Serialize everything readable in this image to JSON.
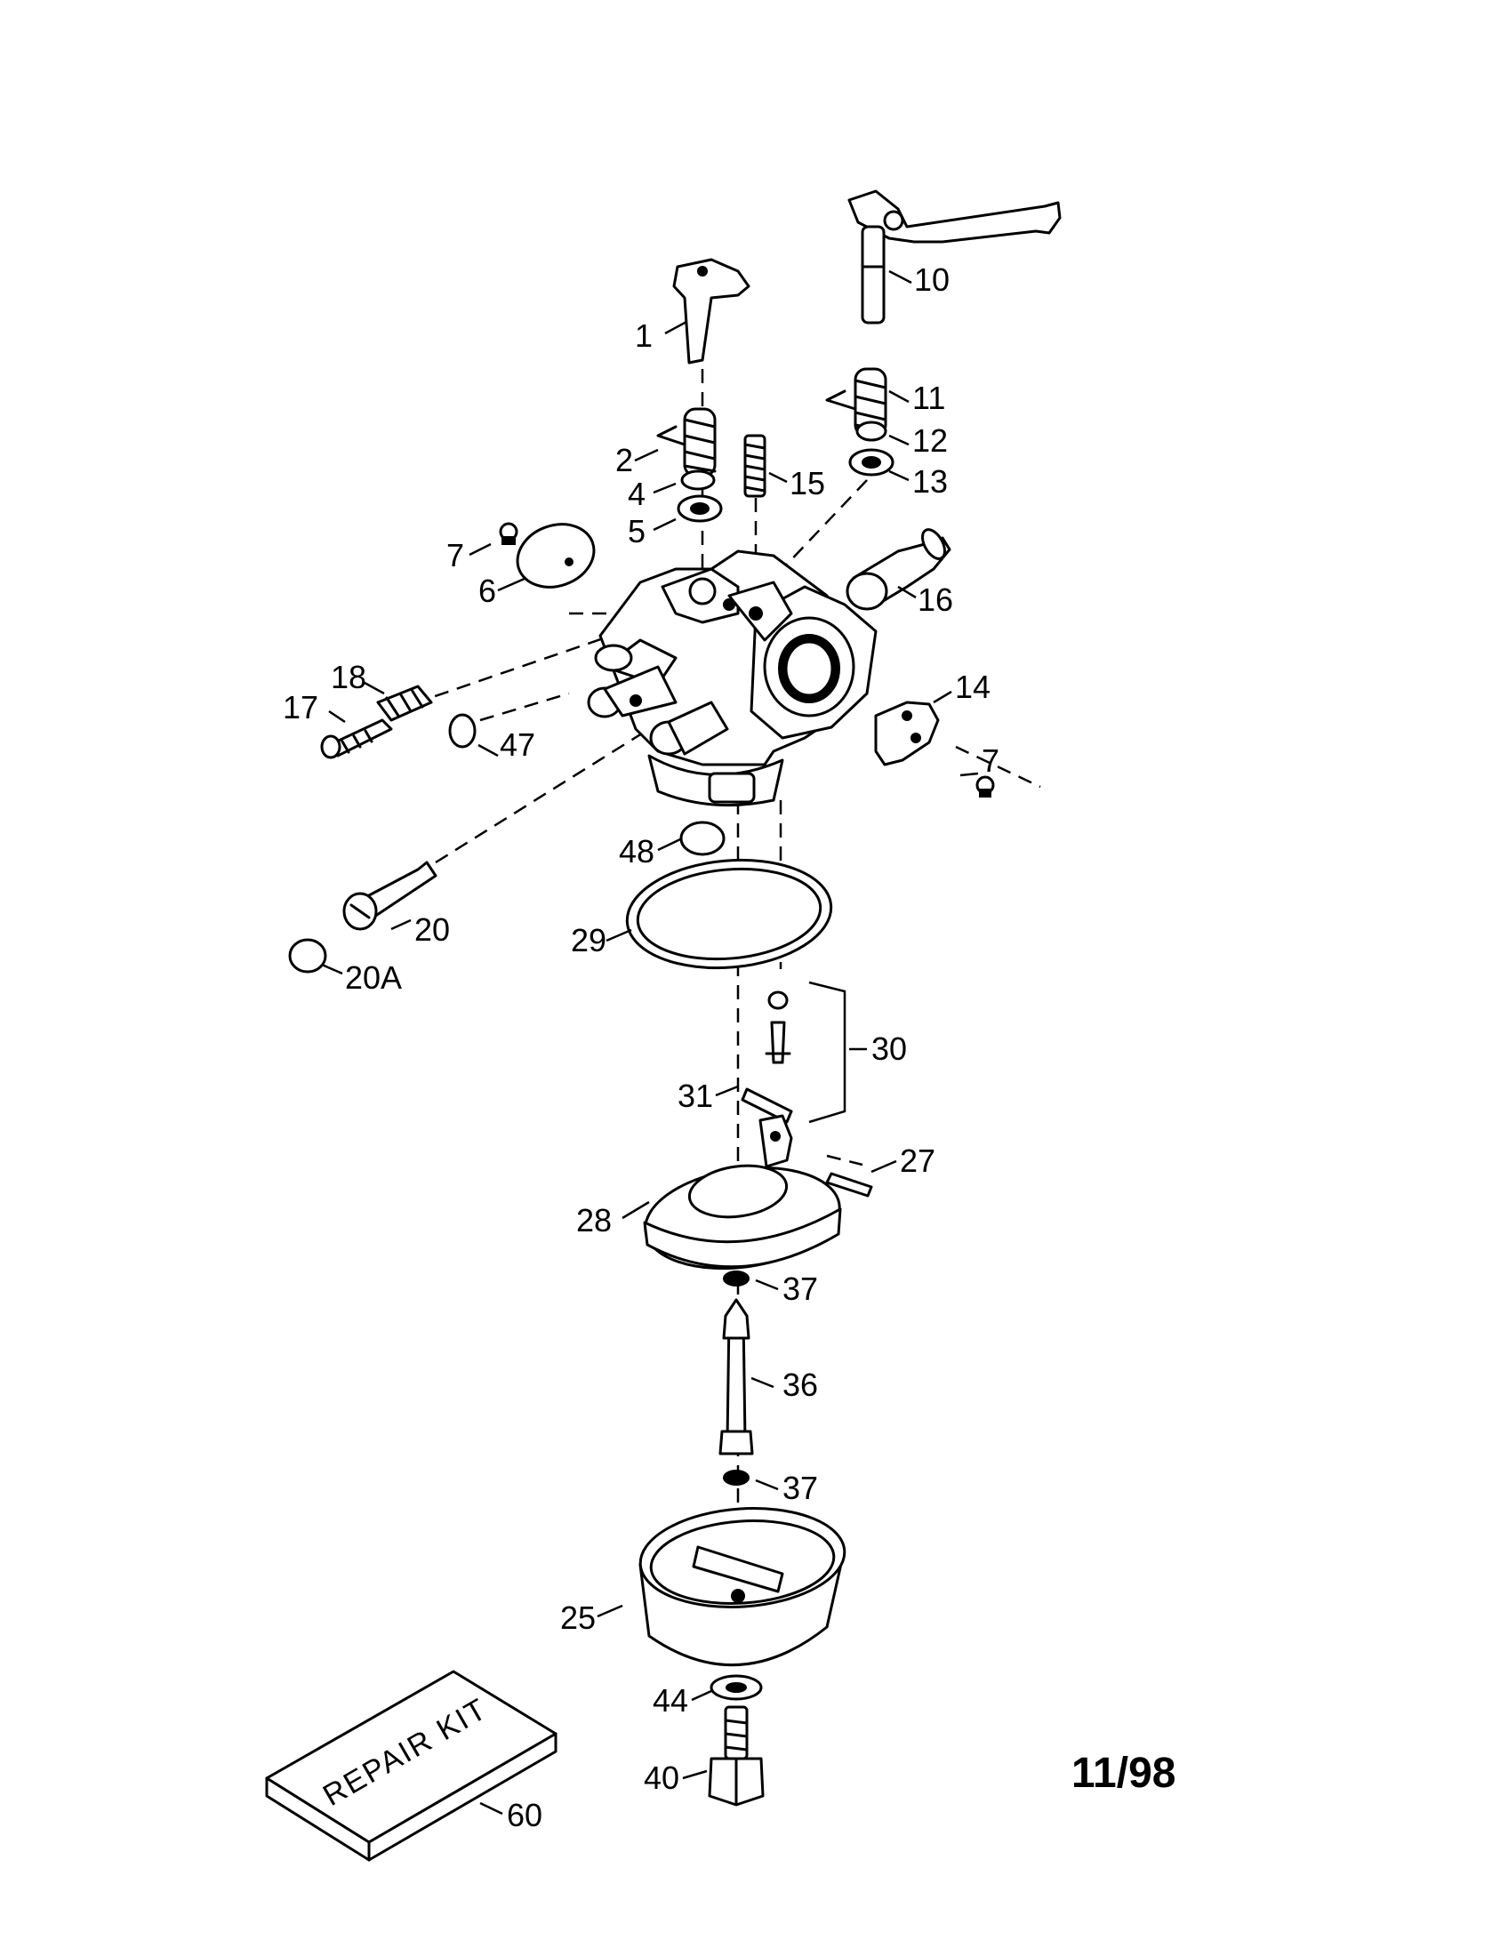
{
  "diagram": {
    "type": "exploded-parts-view",
    "date_code": "11/98",
    "repair_kit_text": "REPAIR KIT",
    "callouts": [
      "1",
      "2",
      "4",
      "5",
      "6",
      "7",
      "10",
      "11",
      "12",
      "13",
      "14",
      "7",
      "15",
      "16",
      "17",
      "18",
      "20",
      "20A",
      "25",
      "27",
      "28",
      "29",
      "30",
      "31",
      "36",
      "37",
      "37",
      "40",
      "44",
      "47",
      "48",
      "60"
    ]
  }
}
